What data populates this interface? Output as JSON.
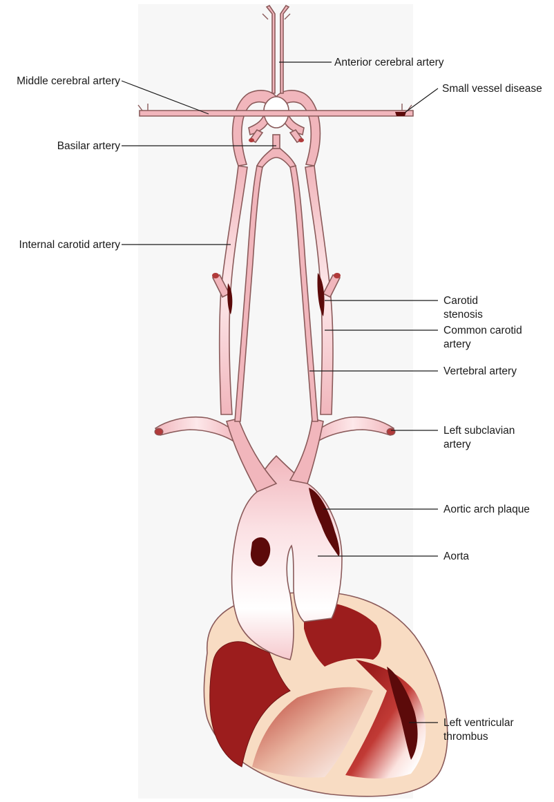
{
  "figure": {
    "labels": {
      "anterior_cerebral": "Anterior cerebral artery",
      "middle_cerebral": "Middle cerebral artery",
      "small_vessel": "Small vessel disease",
      "basilar": "Basilar artery",
      "internal_carotid": "Internal carotid artery",
      "carotid_stenosis_1": "Carotid",
      "carotid_stenosis_2": "stenosis",
      "common_carotid_1": "Common carotid",
      "common_carotid_2": "artery",
      "vertebral": "Vertebral artery",
      "left_subclavian_1": "Left subclavian",
      "left_subclavian_2": "artery",
      "aortic_plaque": "Aortic arch plaque",
      "aorta": "Aorta",
      "lv_thrombus_1": "Left ventricular",
      "lv_thrombus_2": "thrombus"
    },
    "colors": {
      "background_panel": "#f7f7f7",
      "artery_pink": "#f1b6bc",
      "artery_light": "#fde8ea",
      "vessel_outline": "#8a5a5a",
      "plaque_dark": "#5c0a0a",
      "myocardium_red": "#9c1d1d",
      "myocardium_light": "#fbe3df",
      "pericardium_tan": "#f8dcc3"
    }
  }
}
